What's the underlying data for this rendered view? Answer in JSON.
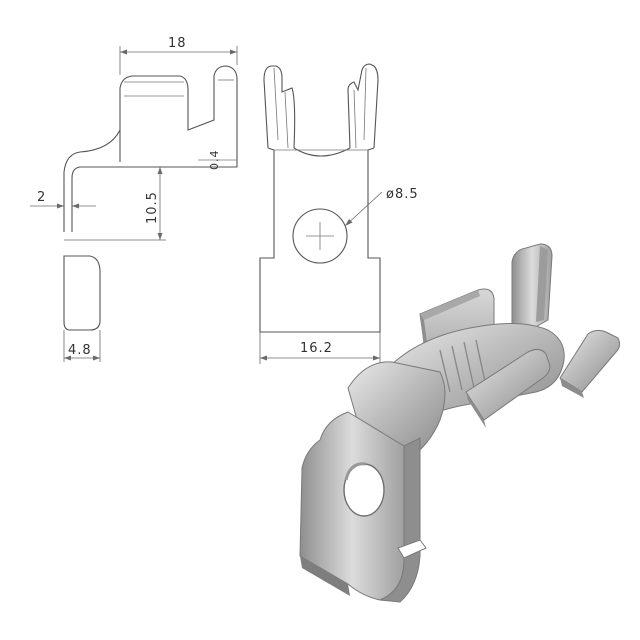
{
  "dimensions": {
    "top_width": "18",
    "left_offset": "2",
    "height": "10.5",
    "bottom_width": "4.8",
    "front_width": "16.2",
    "hole_diameter": "ø8.5",
    "side_small": "0.4"
  }
}
